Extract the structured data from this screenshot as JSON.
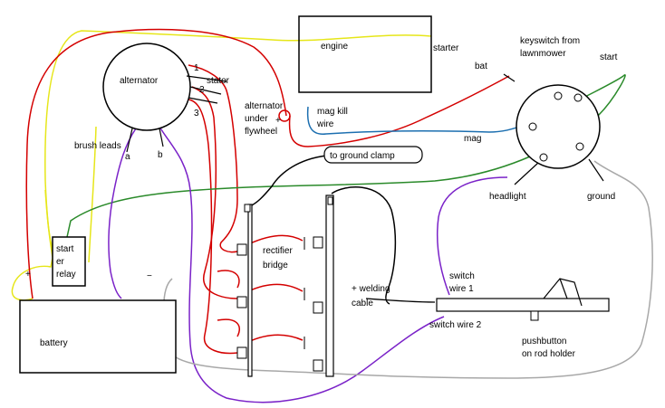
{
  "diagram": {
    "labels": {
      "alternator": "alternator",
      "terminal_1": "1",
      "terminal_2": "2",
      "terminal_3": "3",
      "stator": "stator",
      "engine": "engine",
      "starter": "starter",
      "keyswitch_line1": "keyswitch from",
      "keyswitch_line2": "lawnmower",
      "start": "start",
      "bat": "bat",
      "alt_under_1": "alternator",
      "alt_under_2": "under",
      "alt_under_3": "flywheel",
      "plus_alt": "+",
      "mag_kill_1": "mag kill",
      "mag_kill_2": "wire",
      "mag": "mag",
      "brush_leads": "brush leads",
      "brush_a": "a",
      "brush_b": "b",
      "to_ground_clamp": "to ground clamp",
      "headlight": "headlight",
      "ground": "ground",
      "starter_relay_1": "start",
      "starter_relay_2": "er",
      "starter_relay_3": "relay",
      "battery": "battery",
      "batt_plus": "+",
      "batt_minus": "−",
      "rectifier_1": "rectifier",
      "rectifier_2": "bridge",
      "welding_1": "+ welding",
      "welding_2": "cable",
      "switch_wire_1a": "switch",
      "switch_wire_1b": "wire 1",
      "switch_wire_2": "switch wire 2",
      "pushbutton_1": "pushbutton",
      "pushbutton_2": "on rod holder"
    },
    "colors": {
      "red": "#d40000",
      "yellow": "#e6e619",
      "green": "#2a8a2a",
      "purple": "#7a22c8",
      "blue": "#1c6fb0",
      "black": "#000000",
      "grey": "#a8a8a8"
    }
  }
}
